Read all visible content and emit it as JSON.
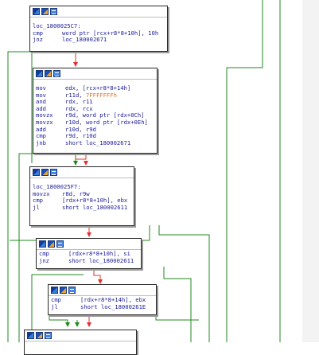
{
  "colors": {
    "edge_true": "#1f8a1f",
    "edge_false": "#e53030",
    "edge_uncond": "#1f5fdf",
    "mnemonic": "#1a1a9a",
    "immediate": "#e07020"
  },
  "blocks": [
    {
      "id": "blk1",
      "lines": [
        {
          "text": "loc_1800025C7:"
        },
        {
          "mn": "cmp",
          "op": "word ptr [rcx+r8*8+10h], 10h"
        },
        {
          "mn": "jnz",
          "op": "loc_180002671"
        }
      ]
    },
    {
      "id": "blk2",
      "lines": [
        {
          "mn": "mov",
          "op": "edx, [rcx+r8*8+14h]"
        },
        {
          "mn": "mov",
          "op": "r11d, 7FFFFFFFh"
        },
        {
          "mn": "and",
          "op": "rdx, r11"
        },
        {
          "mn": "add",
          "op": "rdx, rcx"
        },
        {
          "mn": "movzx",
          "op": "r9d, word ptr [rdx+0Ch]"
        },
        {
          "mn": "movzx",
          "op": "r10d, word ptr [rdx+0Eh]"
        },
        {
          "mn": "add",
          "op": "r10d, r9d"
        },
        {
          "mn": "cmp",
          "op": "r9d, r10d"
        },
        {
          "mn": "jnb",
          "op": "short loc_180002671"
        }
      ]
    },
    {
      "id": "blk3",
      "lines": [
        {
          "text": "loc_1800025F7:"
        },
        {
          "mn": "movzx",
          "op": "r8d, r9w"
        },
        {
          "mn": "cmp",
          "op": "[rdx+r8*8+10h], ebx"
        },
        {
          "mn": "jl",
          "op": "short loc_180002611"
        }
      ]
    },
    {
      "id": "blk4",
      "lines": [
        {
          "mn": "cmp",
          "op": "[rdx+r8*8+10h], si"
        },
        {
          "mn": "jnz",
          "op": "short loc_180002611"
        }
      ]
    },
    {
      "id": "blk5",
      "lines": [
        {
          "mn": "cmp",
          "op": "[rdx+r8*8+14h], ebx"
        },
        {
          "mn": "jl",
          "op": "short loc_18000261E"
        }
      ]
    },
    {
      "id": "blk6",
      "lines": []
    }
  ]
}
